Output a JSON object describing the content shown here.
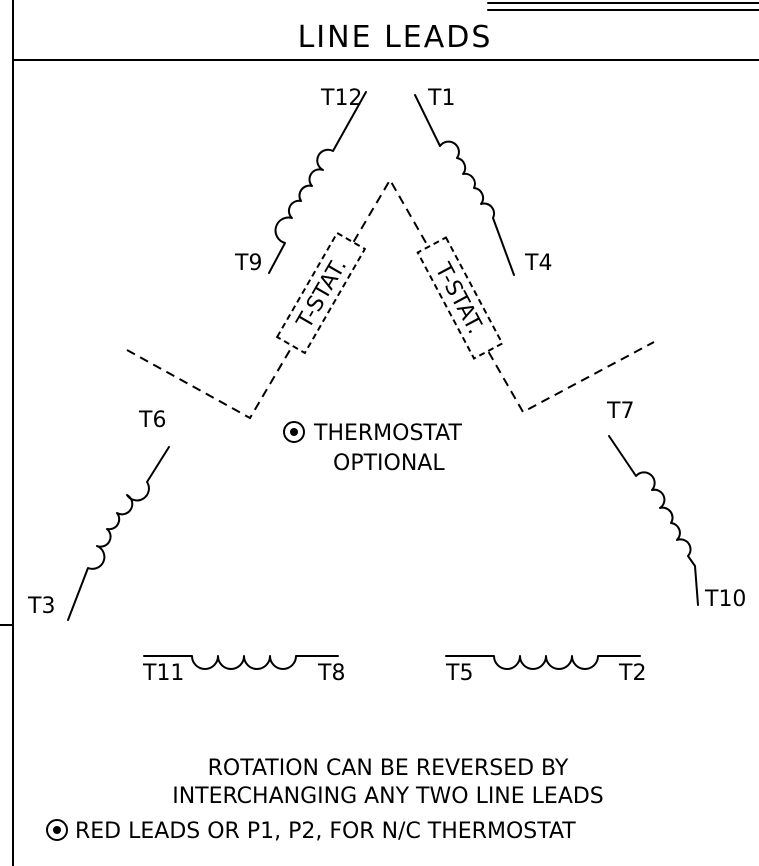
{
  "title": "LINE LEADS",
  "labels": {
    "t1": "T1",
    "t2": "T2",
    "t3": "T3",
    "t4": "T4",
    "t5": "T5",
    "t6": "T6",
    "t7": "T7",
    "t8": "T8",
    "t9": "T9",
    "t10": "T10",
    "t11": "T11",
    "t12": "T12"
  },
  "tstat_label": "T-STAT.",
  "thermostat_note": {
    "line1": "THERMOSTAT",
    "line2": "OPTIONAL"
  },
  "notes": {
    "line1": "ROTATION CAN BE REVERSED BY",
    "line2": "INTERCHANGING ANY TWO LINE LEADS",
    "line3": "RED LEADS OR P1, P2, FOR N/C THERMOSTAT"
  }
}
